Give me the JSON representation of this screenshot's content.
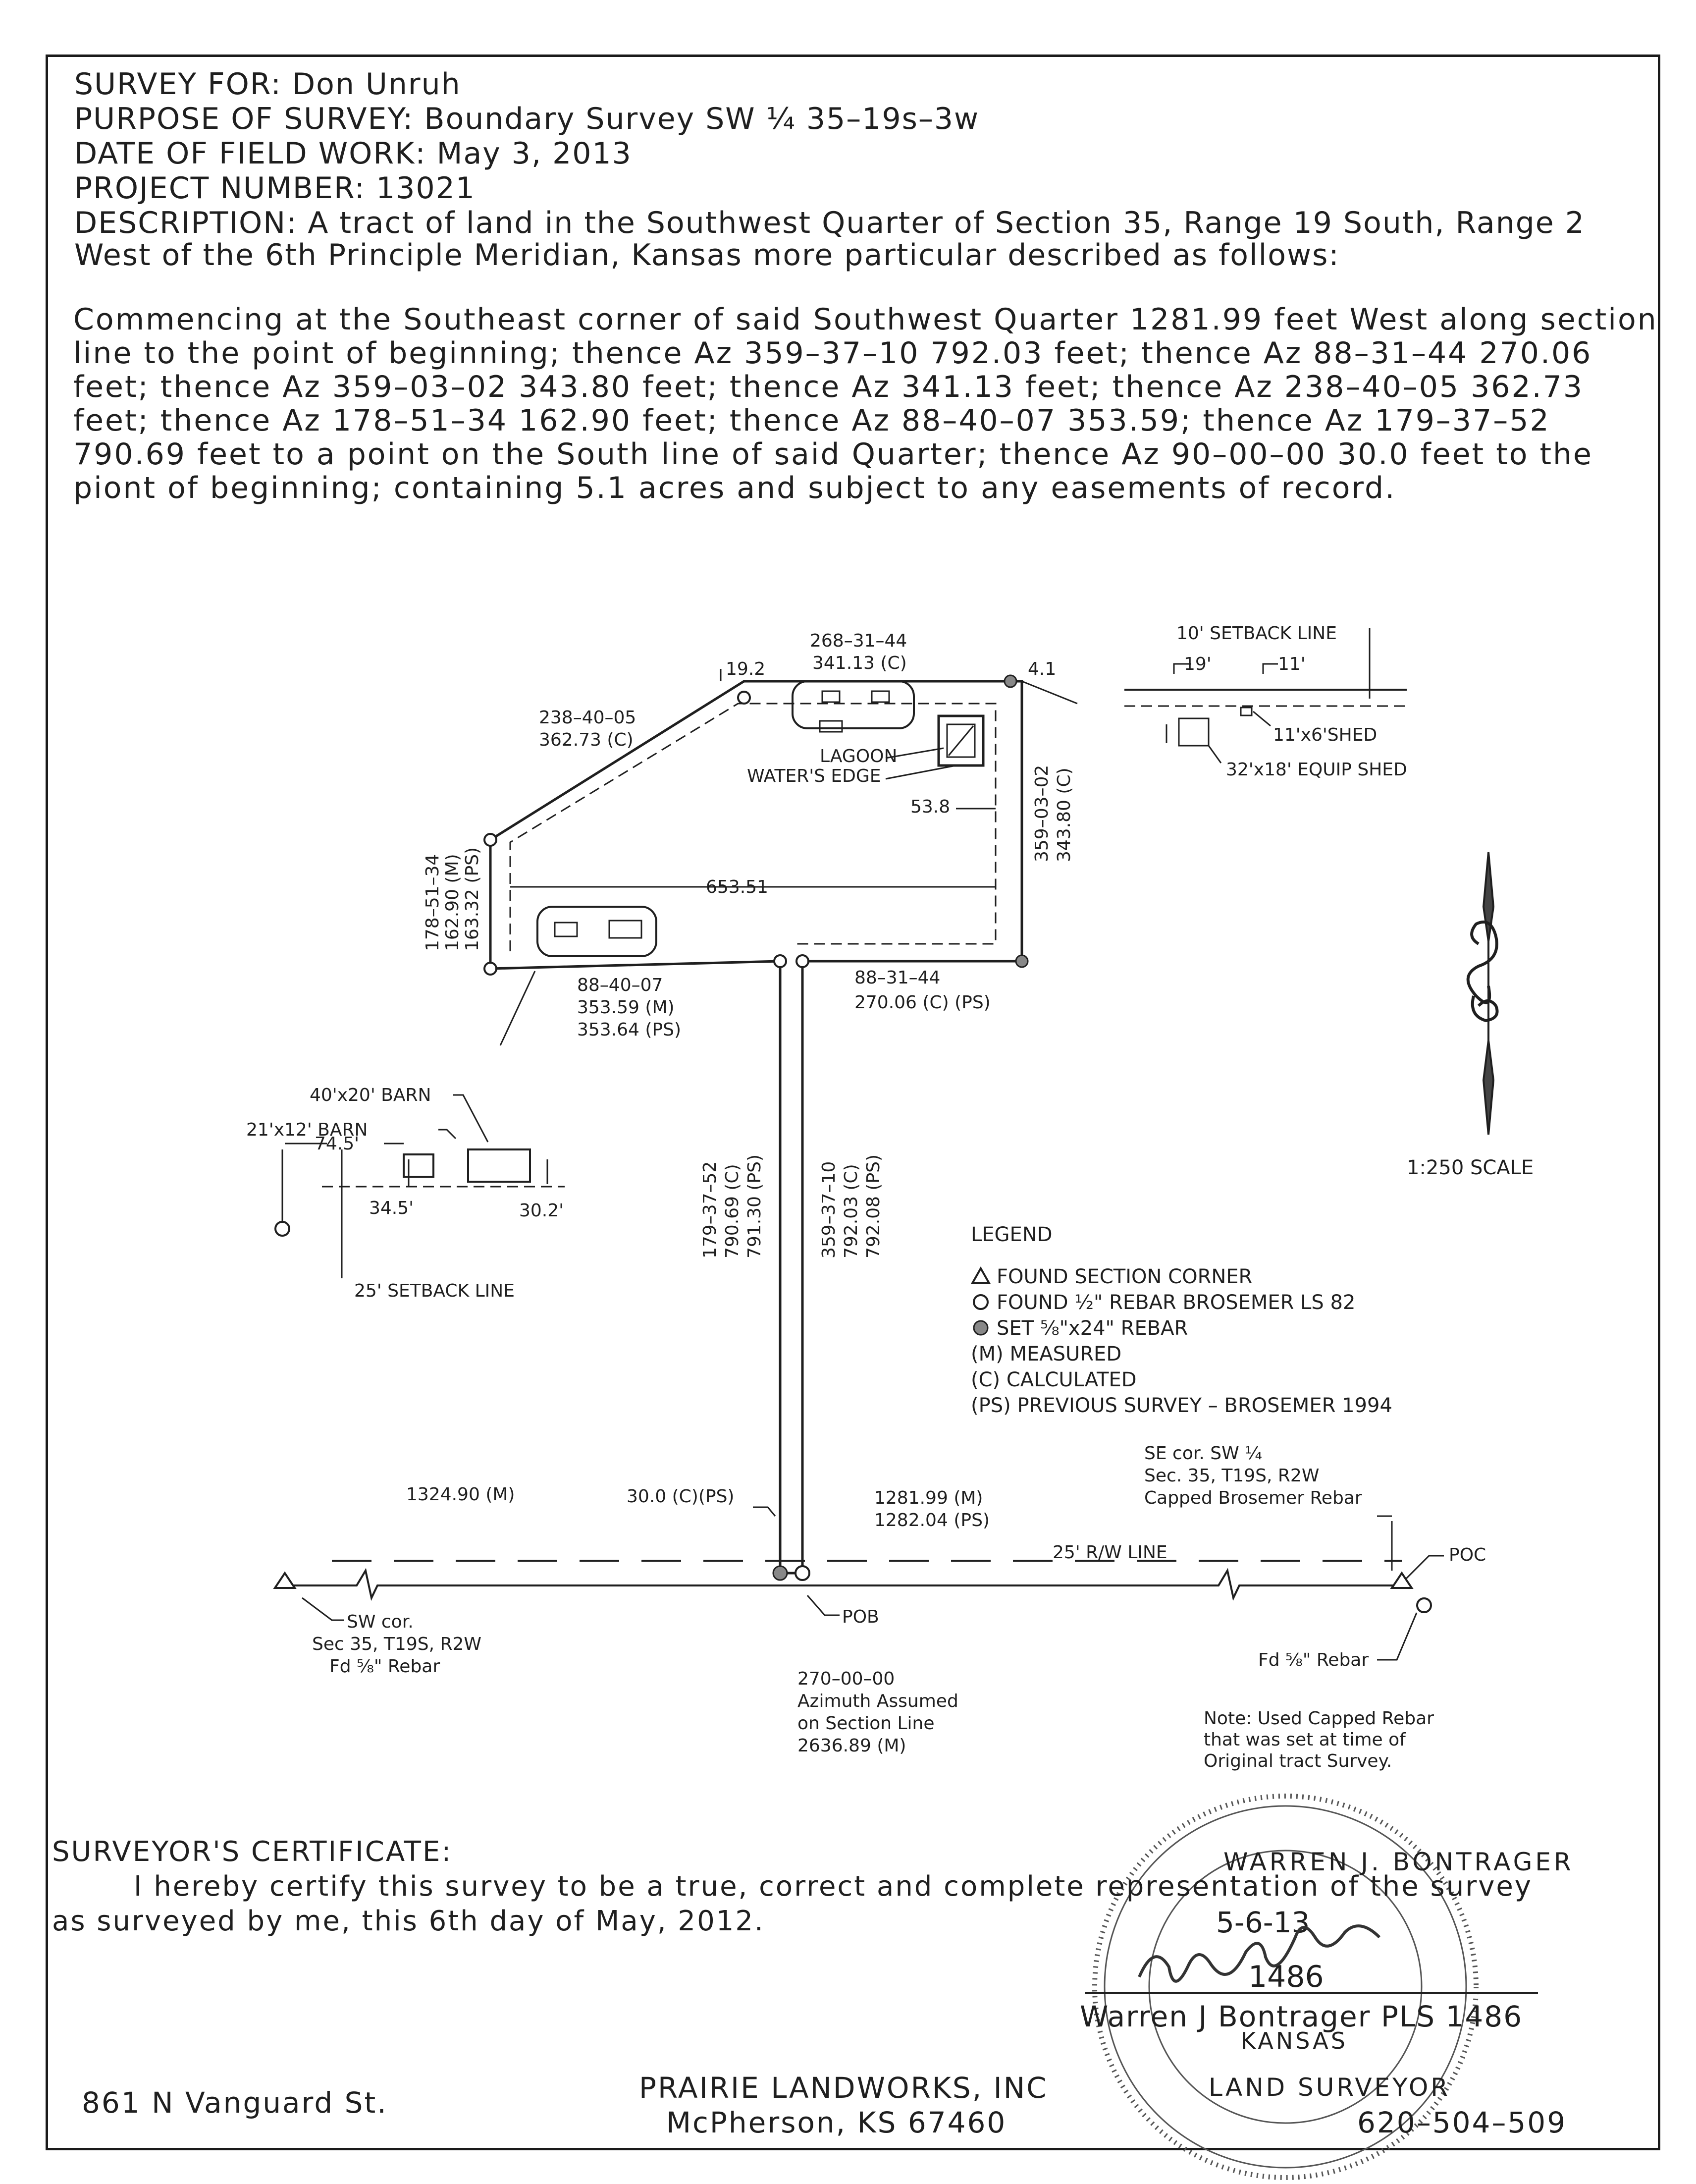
{
  "header": {
    "survey_for": "SURVEY FOR: Don Unruh",
    "purpose": "PURPOSE OF SURVEY: Boundary Survey SW ¼ 35–19s–3w",
    "date": "DATE OF FIELD WORK: May 3, 2013",
    "project": "PROJECT NUMBER: 13021",
    "description_1": "DESCRIPTION: A tract of land in the Southwest Quarter of Section 35, Range 19 South, Range 2",
    "description_2": "West of the 6th Principle Meridian, Kansas more particular described as follows:"
  },
  "legal_description": [
    "Commencing at the Southeast corner of said Southwest Quarter 1281.99 feet West along section",
    "line to the point of beginning; thence Az 359–37–10 792.03 feet; thence Az 88–31–44 270.06",
    "feet; thence Az 359–03–02 343.80 feet; thence Az 341.13 feet; thence Az 238–40–05 362.73",
    "feet; thence Az 178–51–34 162.90 feet; thence Az 88–40–07 353.59; thence Az 179–37–52",
    "790.69 feet to a point on the South line of said Quarter; thence Az 90–00–00 30.0 feet to the",
    "piont of beginning; containing 5.1 acres and subject to any easements of record."
  ],
  "plat": {
    "top_bearing": "268–31–44",
    "top_dist": "341.13 (C)",
    "tie_left": "19.2",
    "tie_right": "4.1",
    "nw_bearing": "238–40–05",
    "nw_dist": "362.73 (C)",
    "lagoon": "LAGOON",
    "waters_edge": "WATER'S EDGE",
    "dist_53_8": "53.8",
    "east_bearing": "359–03–02",
    "east_dist": "343.80 (C)",
    "west_bearing": "178–51–34",
    "west_m": "162.90 (M)",
    "west_ps": "163.32 (PS)",
    "width": "653.51",
    "south_bearing": "88–40–07",
    "south_m": "353.59 (M)",
    "south_ps": "353.64 (PS)",
    "ne_bearing": "88–31–44",
    "ne_dist": "270.06 (C) (PS)",
    "stem_w_bearing": "179–37–52",
    "stem_w_c": "790.69 (C)",
    "stem_w_ps": "791.30 (PS)",
    "stem_e_bearing": "359–37–10",
    "stem_e_c": "792.03 (C)",
    "stem_e_ps": "792.08 (PS)"
  },
  "setback_detail": {
    "label": "10' SETBACK LINE",
    "d19": "19'",
    "d11": "11'",
    "shed": "11'x6'SHED",
    "equip": "32'x18' EQUIP SHED"
  },
  "barn_detail": {
    "barn40": "40'x20' BARN",
    "barn21": "21'x12' BARN",
    "d745": "74.5'",
    "d345": "34.5'",
    "d302": "30.2'",
    "setback": "25' SETBACK LINE"
  },
  "scale": "1:250 SCALE",
  "legend": {
    "title": "LEGEND",
    "item1": "FOUND SECTION CORNER",
    "item2": "FOUND ½\" REBAR BROSEMER LS 82",
    "item3": "SET ⅝\"x24\" REBAR",
    "item4": "(M) MEASURED",
    "item5": "(C) CALCULATED",
    "item6": "(PS) PREVIOUS SURVEY – BROSEMER 1994"
  },
  "section_line": {
    "left_dist": "1324.90 (M)",
    "tie": "30.0 (C)(PS)",
    "right_m": "1281.99 (M)",
    "right_ps": "1282.04 (PS)",
    "rw": "25' R/W LINE",
    "poc": "POC",
    "pob": "POB",
    "se_1": "SE cor. SW ¼",
    "se_2": "Sec. 35, T19S, R2W",
    "se_3": "Capped Brosemer Rebar",
    "sw_1": "SW cor.",
    "sw_2": "Sec 35, T19S, R2W",
    "sw_3": "Fd ⅝\" Rebar",
    "fd_rebar": "Fd ⅝\" Rebar",
    "az_1": "270–00–00",
    "az_2": "Azimuth Assumed",
    "az_3": "on Section Line",
    "az_4": "2636.89 (M)",
    "note_1": "Note: Used Capped Rebar",
    "note_2": "that was set at time of",
    "note_3": "Original tract Survey."
  },
  "certificate": {
    "title": "SURVEYOR'S CERTIFICATE:",
    "line1": "I hereby certify this survey to be a true, correct and complete representation of the survey",
    "line2": "as surveyed by me, this 6th day of May, 2012.",
    "signer": "Warren J Bontrager PLS 1486"
  },
  "seal": {
    "top": "WARREN J. BONTRAGER",
    "number": "1486",
    "state": "KANSAS",
    "bottom": "LAND SURVEYOR",
    "date": "5-6-13"
  },
  "footer": {
    "address": "861 N Vanguard St.",
    "company": "PRAIRIE LANDWORKS, INC",
    "city": "McPherson, KS 67460",
    "phone": "620–504–509"
  }
}
